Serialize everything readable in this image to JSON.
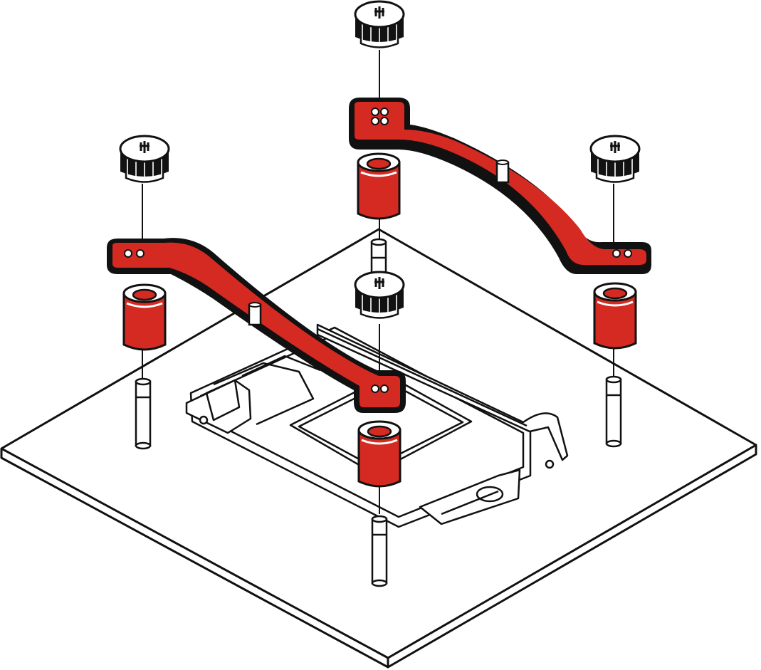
{
  "diagram": {
    "kind": "exploded-mounting-assembly",
    "colors": {
      "accent": "#d42a22",
      "line": "#111111",
      "fill": "#ffffff",
      "dark": "#121212"
    },
    "parts": [
      {
        "name": "board-plate",
        "count": 1
      },
      {
        "name": "cpu-socket",
        "count": 1
      },
      {
        "name": "standoff",
        "count": 4
      },
      {
        "name": "spacer",
        "count": 4
      },
      {
        "name": "mounting-bar",
        "count": 2
      },
      {
        "name": "thumb-nut",
        "count": 4
      }
    ]
  }
}
